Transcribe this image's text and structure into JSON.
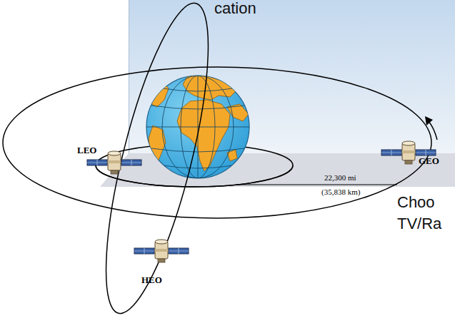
{
  "diagram": {
    "labels": [
      "cation",
      "LEO",
      "GEO",
      "22,300 mi",
      "(35,838 km)",
      "HEO",
      "Choo",
      "TV/Ra"
    ]
  }
}
